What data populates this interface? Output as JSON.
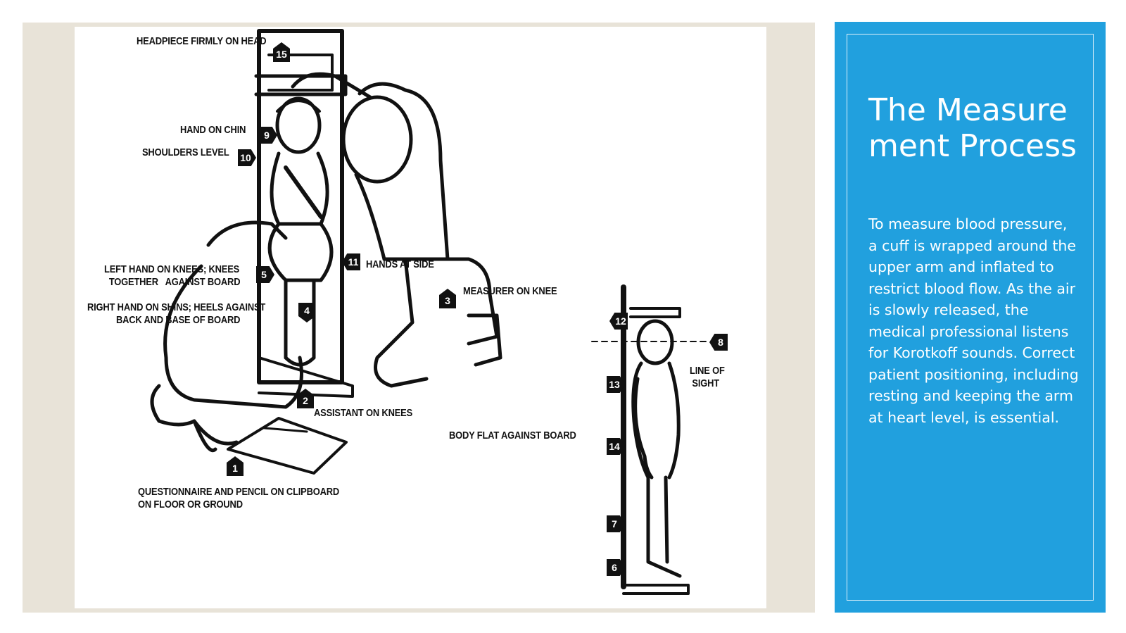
{
  "slide": {
    "title": "The Measurement Process",
    "body": "To measure blood pressure, a cuff is wrapped around the upper arm and inflated to restrict blood flow. As the air is slowly released, the medical professional listens for Korotkoff sounds. Correct patient positioning, including resting and keeping the arm at heart level, is essential."
  },
  "illustration": {
    "callouts": {
      "headpiece": "HEADPIECE FIRMLY ON HEAD",
      "hand_on_chin": "HAND ON CHIN",
      "shoulders_level": "SHOULDERS LEVEL",
      "left_hand": "LEFT HAND ON KNEES; KNEES\n  TOGETHER   AGAINST BOARD",
      "right_hand": "RIGHT HAND ON SHINS; HEELS AGAINST\n            BACK AND BASE OF BOARD",
      "hands_at_side": "HANDS AT SIDE",
      "measurer_on_knee": "MEASURER ON KNEE",
      "assistant_on_knees": "ASSISTANT ON KNEES",
      "clipboard": "QUESTIONNAIRE AND PENCIL ON CLIPBOARD\nON FLOOR OR GROUND",
      "body_flat": "BODY FLAT AGAINST BOARD",
      "line_of_sight": "LINE OF\n SIGHT"
    },
    "markers": {
      "m1": "1",
      "m2": "2",
      "m3": "3",
      "m4": "4",
      "m5": "5",
      "m6": "6",
      "m7": "7",
      "m8": "8",
      "m9": "9",
      "m10": "10",
      "m11": "11",
      "m12": "12",
      "m13": "13",
      "m14": "14",
      "m15": "15"
    }
  }
}
